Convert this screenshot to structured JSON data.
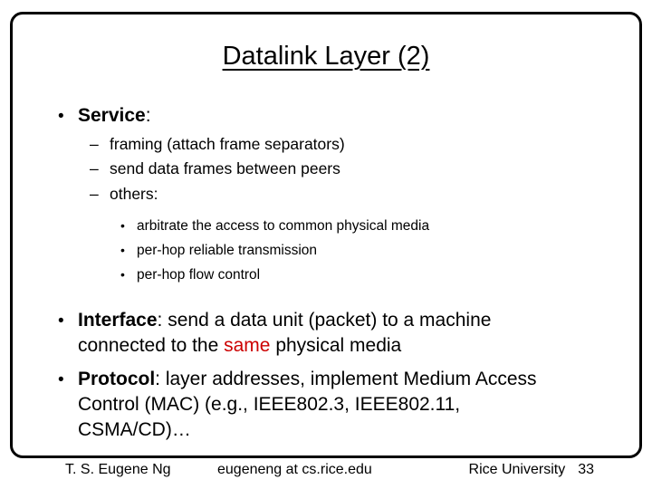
{
  "slide": {
    "title": "Datalink Layer (2)",
    "glyphs": {
      "bullet_l1": "•",
      "dash_l2": "–",
      "bullet_l3": "•"
    },
    "service": {
      "keyword": "Service",
      "rest": ":",
      "sub_items": [
        "framing (attach frame separators)",
        "send data frames between peers",
        "others:"
      ],
      "detail_items": [
        "arbitrate the access to common physical media",
        "per-hop reliable transmission",
        "per-hop flow control"
      ]
    },
    "interface": {
      "keyword": "Interface",
      "line1_rest": ": send a data unit (packet) to a machine",
      "line2_before": "connected to the ",
      "line2_highlight": "same",
      "line2_after": " physical media"
    },
    "protocol": {
      "keyword": "Protocol",
      "line1_rest": ": layer addresses, implement Medium Access",
      "line2": "Control (MAC) (e.g., IEEE802.3, IEEE802.11,",
      "line3": "CSMA/CD)…"
    },
    "footer": {
      "author": "T. S. Eugene Ng",
      "email": "eugeneng at cs.rice.edu",
      "affiliation": "Rice University",
      "page_number": "33"
    },
    "colors": {
      "highlight_red": "#cc0000",
      "text": "#000000",
      "border": "#000000",
      "background": "#ffffff"
    }
  }
}
